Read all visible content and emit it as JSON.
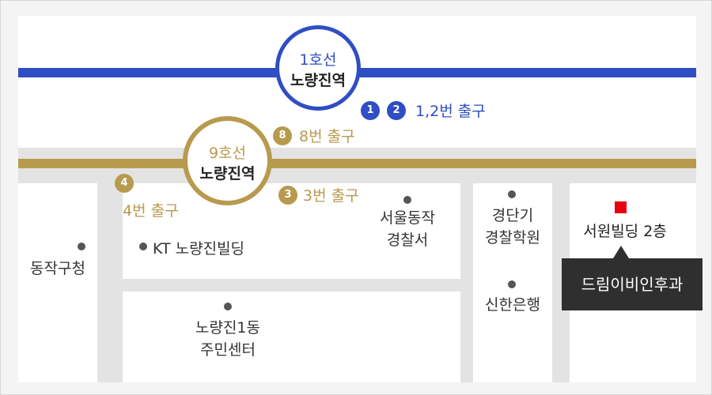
{
  "colors": {
    "line1": "#2f4ec3",
    "line9": "#b89a4e",
    "marker": "#e60012",
    "callout_bg": "#2f2f2f"
  },
  "station_line1": {
    "line": "1호선",
    "name": "노량진역"
  },
  "station_line9": {
    "line": "9호선",
    "name": "노량진역"
  },
  "exits": {
    "badge_1": "1",
    "badge_2": "2",
    "label_12": "1,2번 출구",
    "badge_8": "8",
    "label_8": "8번 출구",
    "badge_4": "4",
    "label_4": "4번 출구",
    "badge_3": "3",
    "label_3": "3번 출구"
  },
  "places": {
    "dongjak_office": "동작구청",
    "kt_building": "KT 노량진빌딩",
    "police_line1": "서울동작",
    "police_line2": "경찰서",
    "academy_line1": "경단기",
    "academy_line2": "경찰학원",
    "bank": "신한은행",
    "community_line1": "노량진1동",
    "community_line2": "주민센터",
    "destination": "서원빌딩 2층"
  },
  "callout": {
    "label": "드림이비인후과"
  },
  "icons": {
    "marker": "location-marker-square",
    "place": "map-dot"
  }
}
